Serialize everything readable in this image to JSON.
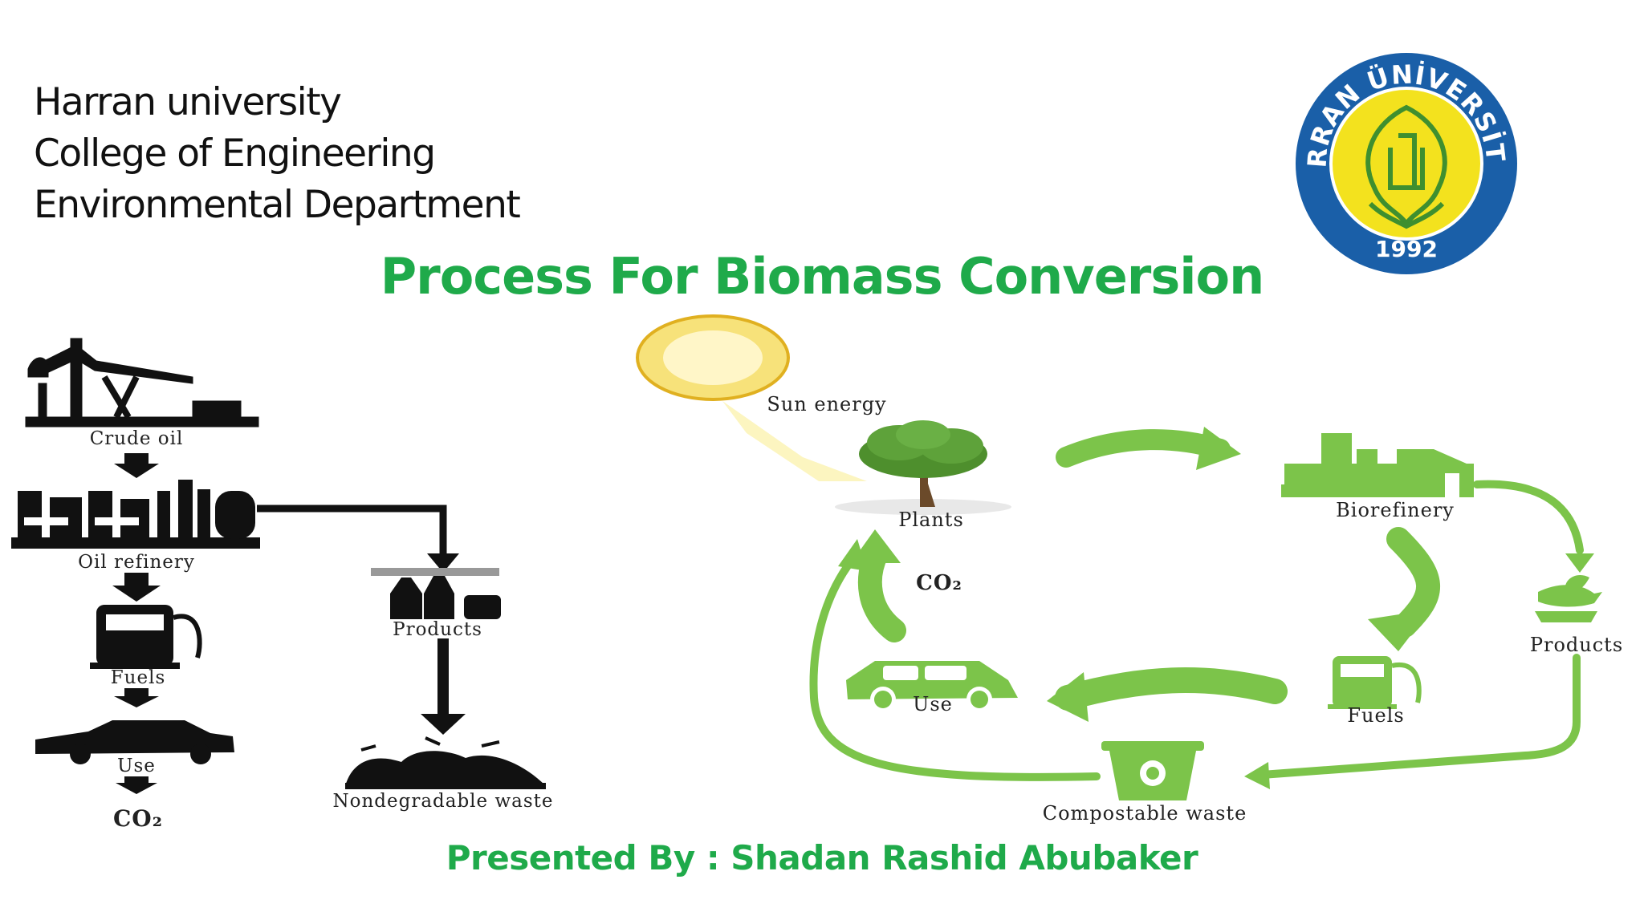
{
  "header": {
    "line1": "Harran university",
    "line2": "College of Engineering",
    "line3": "Environmental Department"
  },
  "logo": {
    "text_top": "HARRAN ÜNİVERSİTESİ",
    "year": "1992"
  },
  "title": "Process For Biomass Conversion",
  "presenter": "Presented By : Shadan Rashid Abubaker",
  "fossil_chain": {
    "crude_oil": "Crude oil",
    "oil_refinery": "Oil refinery",
    "fuels": "Fuels",
    "use": "Use",
    "co2": "CO₂",
    "products": "Products",
    "waste": "Nondegradable waste"
  },
  "bio_cycle": {
    "sun": "Sun energy",
    "plants": "Plants",
    "co2": "CO₂",
    "biorefinery": "Biorefinery",
    "products": "Products",
    "fuels": "Fuels",
    "use": "Use",
    "compost": "Compostable waste"
  },
  "colors": {
    "title_green": "#1faa4a",
    "cycle_green": "#7cc44a",
    "logo_blue": "#1a5fa8",
    "logo_yellow": "#f3e21e"
  }
}
